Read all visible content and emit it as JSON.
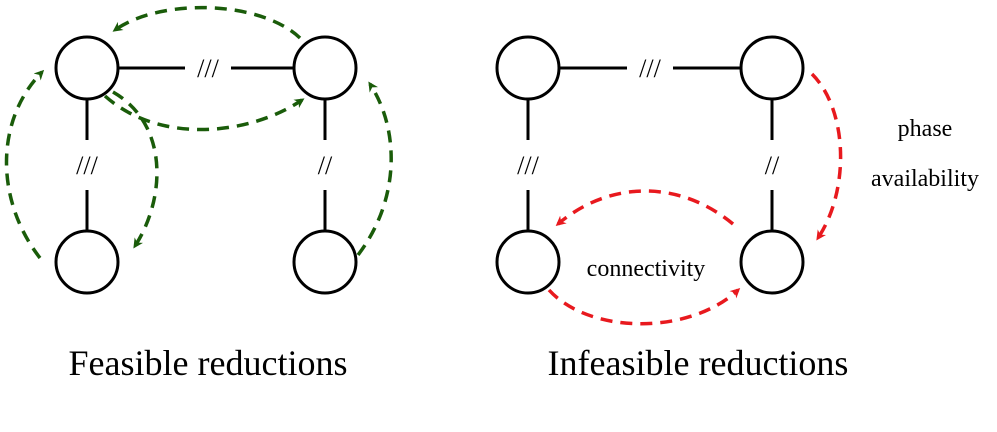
{
  "colors": {
    "feasible": "#1a5c0a",
    "infeasible": "#e8191e",
    "ink": "#000000"
  },
  "diagrams": [
    {
      "id": "feasible",
      "caption": "Feasible reductions",
      "hatch_labels": [
        "///",
        "///",
        "//"
      ]
    },
    {
      "id": "infeasible",
      "caption": "Infeasible reductions",
      "hatch_labels": [
        "///",
        "///",
        "//"
      ],
      "annotations": {
        "phase": "phase",
        "availability": "availability",
        "connectivity": "connectivity"
      }
    }
  ]
}
